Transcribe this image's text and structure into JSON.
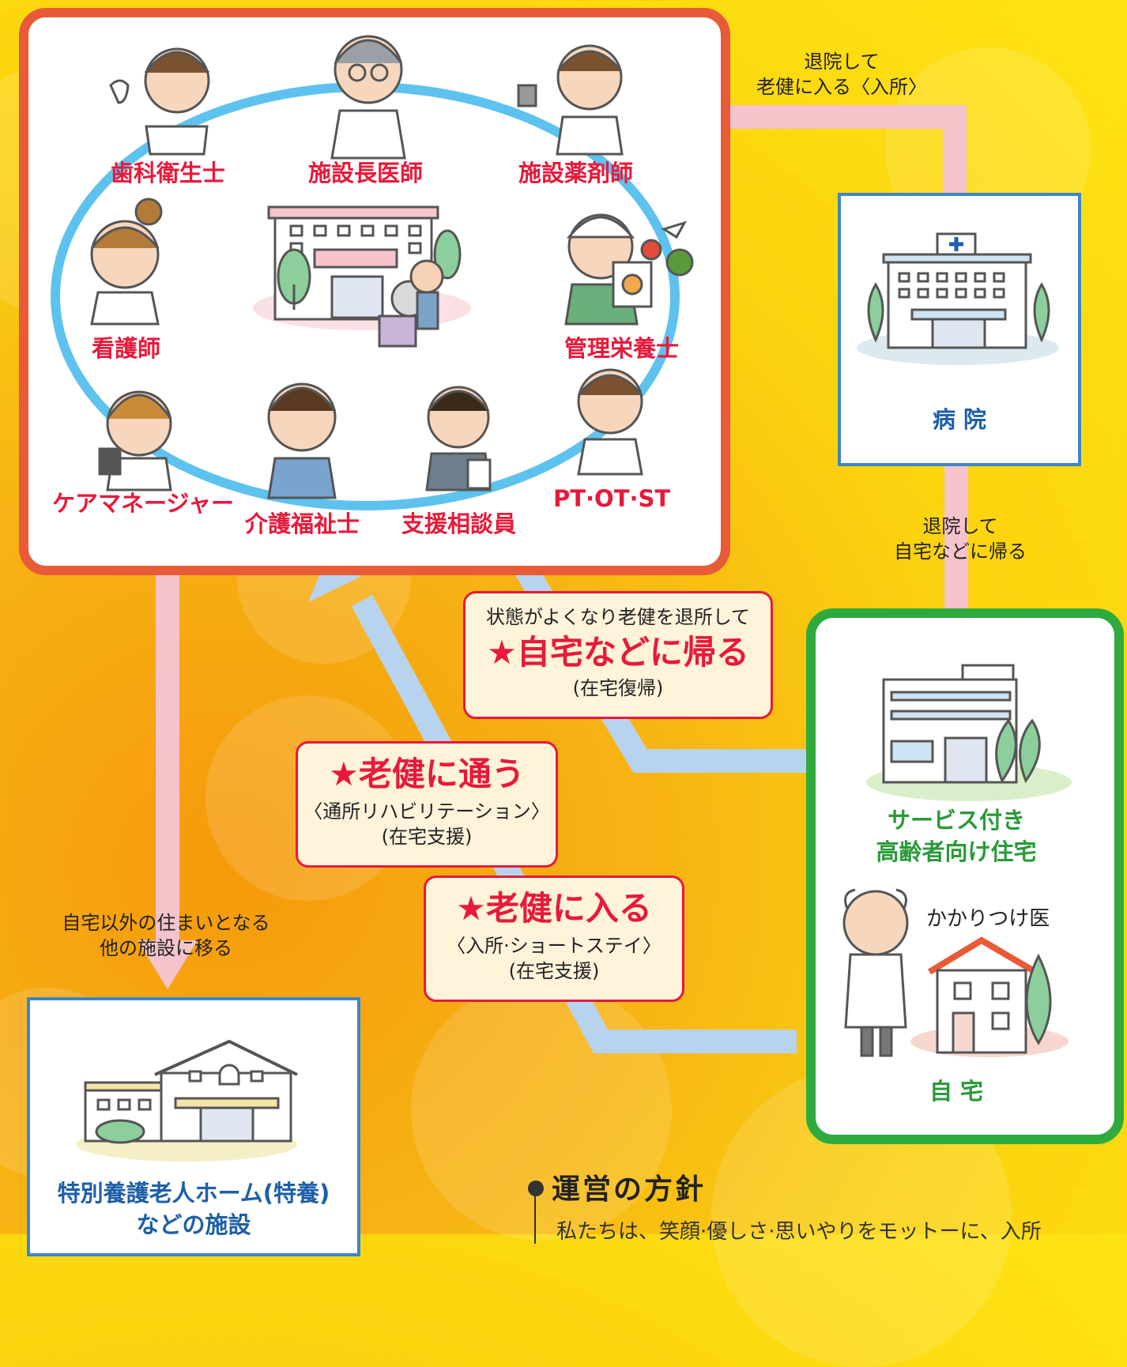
{
  "staff": {
    "dental_hygienist": "歯科衛生士",
    "director_doctor": "施設長医師",
    "pharmacist": "施設薬剤師",
    "nurse": "看護師",
    "dietitian": "管理栄養士",
    "care_manager": "ケアマネージャー",
    "care_worker": "介護福祉士",
    "counselor": "支援相談員",
    "therapists": "PT·OT·ST"
  },
  "hospital": {
    "label": "病 院"
  },
  "serviced_housing": {
    "label_line1": "サービス付き",
    "label_line2": "高齢者向け住宅"
  },
  "family_doctor": "かかりつけ医",
  "home": {
    "label": "自 宅"
  },
  "nursing_home": {
    "label_line1": "特別養護老人ホーム(特養)",
    "label_line2": "などの施設"
  },
  "flows": {
    "hospital_to_roken_line1": "退院して",
    "hospital_to_roken_line2": "老健に入る〈入所〉",
    "hospital_to_home_line1": "退院して",
    "hospital_to_home_line2": "自宅などに帰る",
    "roken_to_other_line1": "自宅以外の住まいとなる",
    "roken_to_other_line2": "他の施設に移る"
  },
  "callouts": {
    "return_home": {
      "pre": "状態がよくなり老健を退所して",
      "main": "★自宅などに帰る",
      "sub": "(在宅復帰)"
    },
    "day_care": {
      "main": "★老健に通う",
      "sub1": "〈通所リハビリテーション〉",
      "sub2": "(在宅支援)"
    },
    "admission": {
      "main": "★老健に入る",
      "sub1": "〈入所·ショートステイ〉",
      "sub2": "(在宅支援)"
    }
  },
  "policy": {
    "heading": "運営の方針",
    "text": "私たちは、笑顔·優しさ·思いやりをモットーに、入所"
  }
}
